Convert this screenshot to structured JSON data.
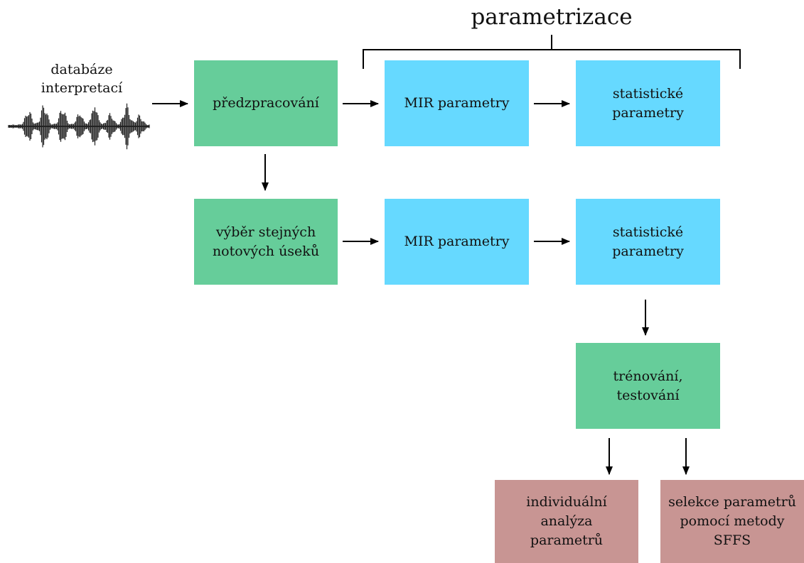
{
  "header": {
    "title": "parametrizace"
  },
  "input": {
    "label": "databáze\ninterpretací",
    "icon": "waveform-icon"
  },
  "nodes": {
    "preprocessing": "předzpracování",
    "mir_top": "MIR parametry",
    "stats_top": "statistické\nparametry",
    "selection": "výběr stejných\nnotových úseků",
    "mir_bottom": "MIR parametry",
    "stats_bottom": "statistické\nparametry",
    "training": "trénování,\ntestování",
    "analysis": "individuální\nanalýza\nparametrů",
    "sffs": "selekce parametrů\npomocí metody\nSFFS"
  },
  "colors": {
    "processing": "#66cd9a",
    "parameters": "#66d9ff",
    "outputs": "#c89593",
    "arrow": "#000000"
  }
}
